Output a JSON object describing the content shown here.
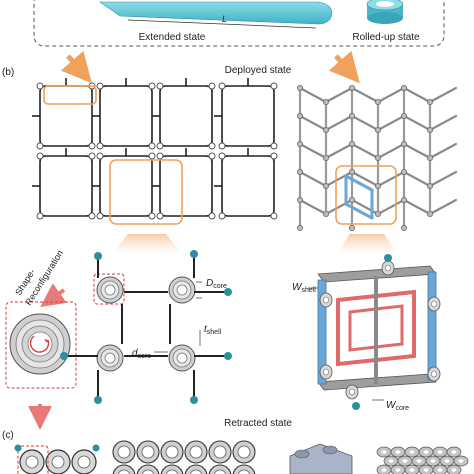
{
  "panel_labels": {
    "b": "(b)",
    "c": "(c)"
  },
  "top_section": {
    "extended_state": "Extended state",
    "rolled_up_state": "Rolled-up state",
    "length_label": "L"
  },
  "middle_section": {
    "deployed_state": "Deployed state"
  },
  "detail_section": {
    "shape_label_line1": "Shape-",
    "shape_label_line2": "Reconfiguration",
    "d_core_upper_main": "D",
    "d_core_upper_sub": "core",
    "d_core_lower_main": "d",
    "d_core_lower_sub": "core",
    "t_shell_main": "t",
    "t_shell_sub": "shell",
    "w_shell_main": "W",
    "w_shell_sub": "shell",
    "w_core_main": "W",
    "w_core_sub": "core"
  },
  "bottom_section": {
    "retracted_state": "Retracted state"
  },
  "colors": {
    "cyan": "#55c3d6",
    "orange": "#f0a15c",
    "teal_dot": "#2a8f9f",
    "frame_blue": "#6aa6d6",
    "frame_red": "#e06a6a",
    "dashed_red": "#d83a3a",
    "dark": "#222222",
    "gray": "#8a8a8a"
  }
}
